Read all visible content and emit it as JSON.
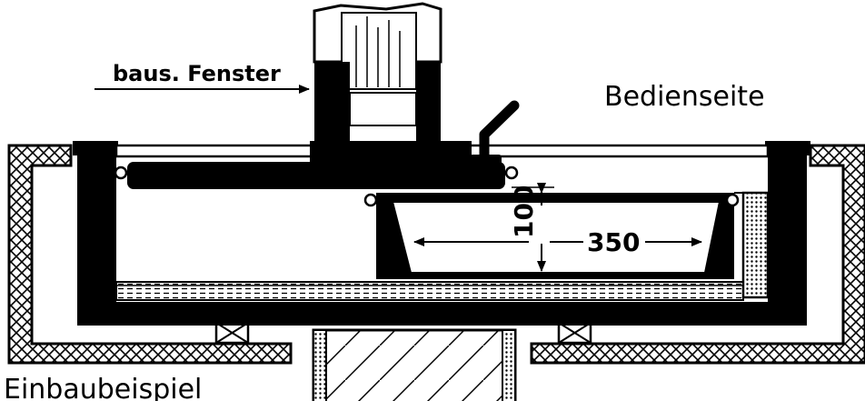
{
  "labels": {
    "window": "baus. Fenster",
    "operator_side": "Bedienseite",
    "caption": "Einbaubeispiel"
  },
  "dimensions": {
    "height": "100",
    "width": "350"
  },
  "colors": {
    "ink": "#000000",
    "paper": "#ffffff"
  }
}
